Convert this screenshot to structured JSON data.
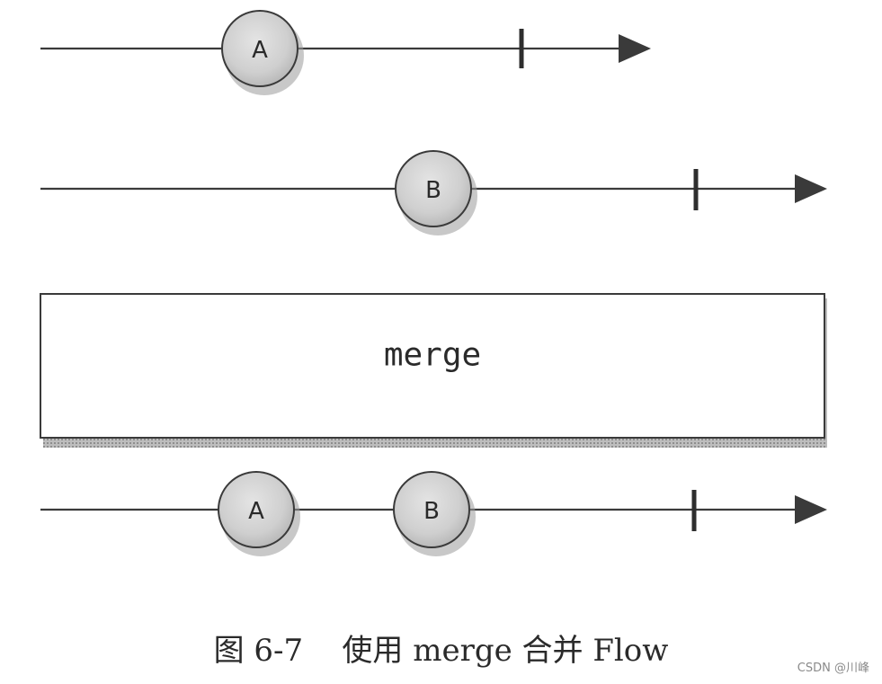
{
  "diagram": {
    "streams": [
      {
        "id": "input-1",
        "marbles": [
          "A"
        ]
      },
      {
        "id": "input-2",
        "marbles": [
          "B"
        ]
      },
      {
        "id": "output",
        "marbles": [
          "A",
          "B"
        ]
      }
    ],
    "operator_label": "merge"
  },
  "caption": {
    "figure": "图 6-7",
    "text": "使用 merge 合并 Flow"
  },
  "watermark": "CSDN @川峰"
}
